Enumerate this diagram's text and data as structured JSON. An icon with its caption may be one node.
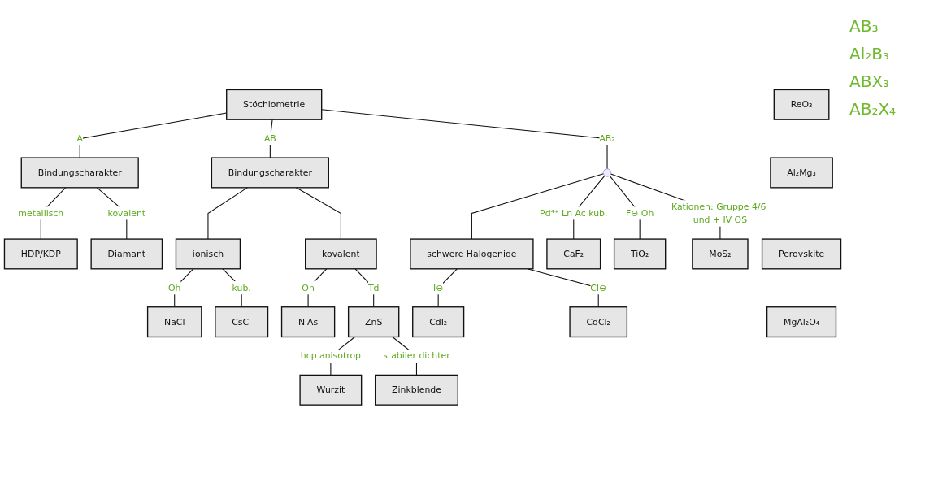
{
  "diagram": {
    "nodes": [
      {
        "text": [
          "Stöchiometrie"
        ]
      },
      {
        "text": [
          "Bindungscharakter"
        ]
      },
      {
        "text": [
          "Bindungscharakter"
        ]
      },
      {
        "text": [],
        "shape": "point"
      },
      {
        "text": [
          "HDP/KDP"
        ]
      },
      {
        "text": [
          "Diamant"
        ]
      },
      {
        "text": [
          "ionisch"
        ]
      },
      {
        "text": [
          "kovalent"
        ]
      },
      {
        "text": [
          "NaCl"
        ]
      },
      {
        "text": [
          "CsCl"
        ]
      },
      {
        "text": [
          "NiAs"
        ]
      },
      {
        "text": [
          "ZnS"
        ]
      },
      {
        "text": [
          "Wurzit"
        ]
      },
      {
        "text": [
          "Zinkblende"
        ]
      },
      {
        "text": [
          "schwere Halogenide"
        ]
      },
      {
        "text": [
          "CdI₂"
        ]
      },
      {
        "text": [
          "CdCl₂"
        ]
      },
      {
        "text": [
          "CaF₂"
        ]
      },
      {
        "text": [
          "TiO₂"
        ]
      },
      {
        "text": [
          "MoS₂"
        ]
      },
      {
        "text": [
          "ReO₃"
        ]
      },
      {
        "text": [
          "Al₂Mg₃"
        ]
      },
      {
        "text": [
          "Perovskite"
        ]
      },
      {
        "text": [
          "MgAl₂O₄"
        ]
      }
    ],
    "edges": [
      {
        "from": 0,
        "to": 1,
        "arrow": "none",
        "label": "A"
      },
      {
        "from": 0,
        "to": 2,
        "arrow": "none",
        "label": "AB"
      },
      {
        "from": 0,
        "to": 3,
        "arrow": "none",
        "label": "AB₂"
      },
      {
        "from": 1,
        "to": 4,
        "arrow": "none",
        "label": "metallisch"
      },
      {
        "from": 1,
        "to": 5,
        "arrow": "none",
        "label": "kovalent"
      },
      {
        "from": 2,
        "to": 6,
        "arrow": "none"
      },
      {
        "from": 2,
        "to": 7,
        "arrow": "none"
      },
      {
        "from": 6,
        "to": 8,
        "arrow": "none",
        "label": "Oh"
      },
      {
        "from": 6,
        "to": 9,
        "arrow": "none",
        "label": "kub."
      },
      {
        "from": 7,
        "to": 10,
        "arrow": "none",
        "label": "Oh"
      },
      {
        "from": 7,
        "to": 11,
        "arrow": "none",
        "label": "Td"
      },
      {
        "from": 11,
        "to": 12,
        "arrow": "none",
        "label": "hcp anisotrop"
      },
      {
        "from": 11,
        "to": 13,
        "arrow": "none",
        "label": "stabiler dichter"
      },
      {
        "from": 3,
        "to": 14,
        "arrow": "none"
      },
      {
        "from": 14,
        "to": 15,
        "arrow": "none",
        "label": "I⊖"
      },
      {
        "from": 14,
        "to": 16,
        "arrow": "none",
        "label": "Cl⊖"
      },
      {
        "from": 3,
        "to": 17,
        "arrow": "none",
        "label": "Pd⁴⁺ Ln Ac kub."
      },
      {
        "from": 3,
        "to": 18,
        "arrow": "none",
        "label": "F⊖ Oh"
      },
      {
        "from": 3,
        "to": 19,
        "arrow": "none",
        "label": "Kationen: Gruppe 4/6 und + IV OS"
      }
    ],
    "labels": [
      "AB₃",
      "Al₂B₃",
      "ABX₃",
      "AB₂X₄"
    ]
  }
}
